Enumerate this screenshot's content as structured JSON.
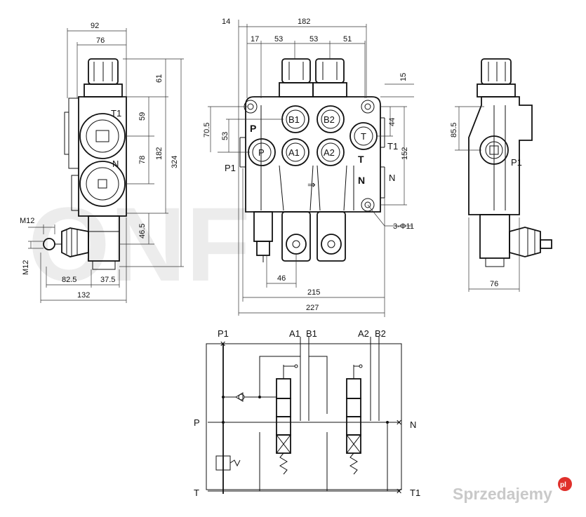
{
  "watermark": {
    "background_text": "ONF",
    "logo_text": "Sprzedajemy",
    "logo_badge": "pl",
    "logo_color": "#e0302b"
  },
  "side_view_left": {
    "dims": {
      "w_total": "92",
      "w_inner": "76",
      "h_top": "61",
      "h_59": "59",
      "h_78": "78",
      "h_182": "182",
      "h_324": "324",
      "h_46_5": "46.5",
      "thread_top": "M12",
      "thread_side": "M12",
      "w_82_5": "82.5",
      "w_37_5": "37.5",
      "w_132": "132"
    },
    "ports": {
      "t1": "T1",
      "n": "N"
    }
  },
  "front_view": {
    "dims": {
      "d14": "14",
      "d182": "182",
      "d17": "17",
      "d53a": "53",
      "d53b": "53",
      "d51": "51",
      "d15": "15",
      "d70_5": "70.5",
      "d53v": "53",
      "d44": "44",
      "d152": "152",
      "d46": "46",
      "d215": "215",
      "d227": "227",
      "holes": "3-Φ11"
    },
    "ports": {
      "p_bold": "P",
      "p_circle": "P",
      "p1": "P1",
      "b1": "B1",
      "b2": "B2",
      "a1": "A1",
      "a2": "A2",
      "t_circle": "T",
      "t_bold": "T",
      "t1": "T1",
      "n_bold": "N",
      "n": "N"
    }
  },
  "side_view_right": {
    "dims": {
      "d85_5": "85.5",
      "d76": "76"
    },
    "ports": {
      "p1": "P1"
    }
  },
  "schematic": {
    "labels": {
      "p1": "P1",
      "a1": "A1",
      "b1": "B1",
      "a2": "A2",
      "b2": "B2",
      "p": "P",
      "n": "N",
      "t": "T",
      "t1": "T1"
    }
  }
}
